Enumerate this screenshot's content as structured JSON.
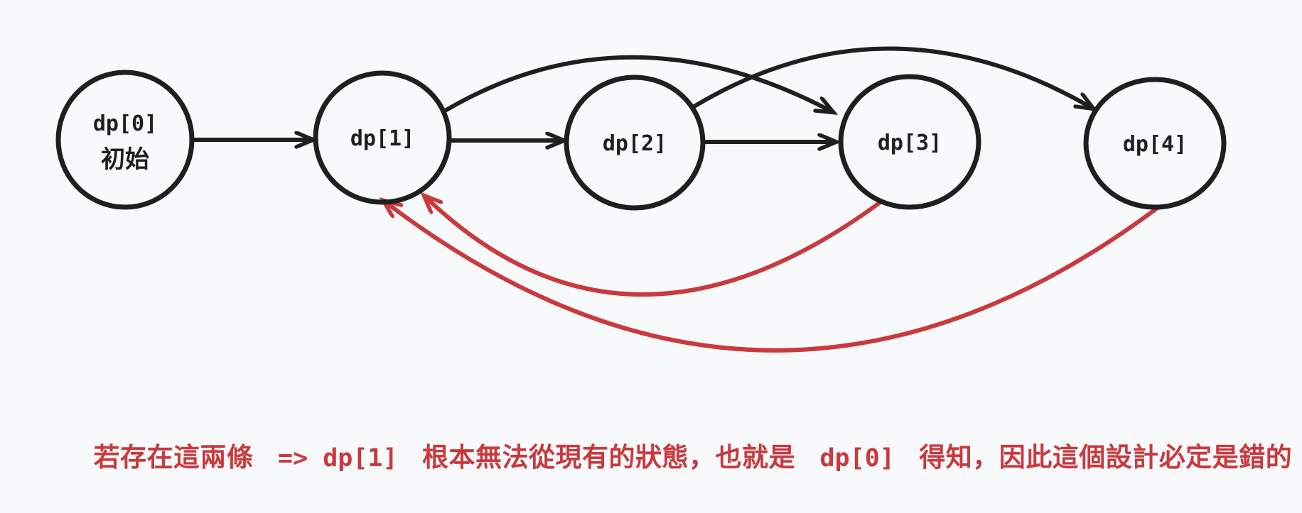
{
  "colors": {
    "background": "#f8f9fb",
    "ink": "#1f1f1f",
    "red": "#c9393e"
  },
  "diagram": {
    "nodes": [
      {
        "id": "dp0",
        "label": "dp[0]",
        "sublabel": "初始"
      },
      {
        "id": "dp1",
        "label": "dp[1]"
      },
      {
        "id": "dp2",
        "label": "dp[2]"
      },
      {
        "id": "dp3",
        "label": "dp[3]"
      },
      {
        "id": "dp4",
        "label": "dp[4]"
      }
    ],
    "edges": [
      {
        "from": "dp0",
        "to": "dp1",
        "color": "black",
        "shape": "straight"
      },
      {
        "from": "dp1",
        "to": "dp2",
        "color": "black",
        "shape": "straight"
      },
      {
        "from": "dp2",
        "to": "dp3",
        "color": "black",
        "shape": "straight"
      },
      {
        "from": "dp1",
        "to": "dp3",
        "color": "black",
        "shape": "arc-over"
      },
      {
        "from": "dp2",
        "to": "dp4",
        "color": "black",
        "shape": "arc-over"
      },
      {
        "from": "dp3",
        "to": "dp1",
        "color": "red",
        "shape": "arc-under"
      },
      {
        "from": "dp4",
        "to": "dp1",
        "color": "red",
        "shape": "arc-under"
      }
    ]
  },
  "caption": {
    "segments": [
      {
        "text": "若存在這兩條 ",
        "style": "cjk"
      },
      {
        "text": " => dp[1] ",
        "style": "mono"
      },
      {
        "text": " 根本無法從現有的狀態，也就是 ",
        "style": "cjk"
      },
      {
        "text": " dp[0] ",
        "style": "mono"
      },
      {
        "text": " 得知，因此這個設計必定是錯的",
        "style": "cjk"
      }
    ]
  }
}
